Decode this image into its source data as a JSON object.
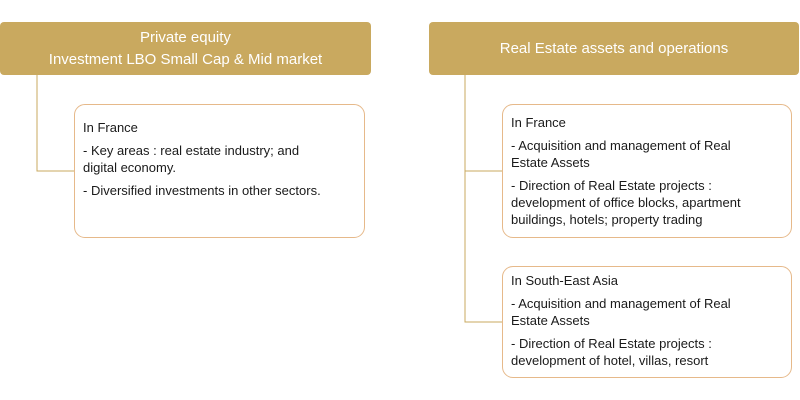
{
  "left_panel": {
    "header_line1": "Private equity",
    "header_line2": "Investment LBO Small Cap & Mid market",
    "box": {
      "title": "In France",
      "item1_line1": "- Key areas : real estate industry; and",
      "item1_line2": "digital economy.",
      "item2_line1": "- Diversified investments in other sectors."
    }
  },
  "right_panel": {
    "header": "Real Estate assets and operations",
    "box_france": {
      "title": "In France",
      "item1_line1": "- Acquisition and management of Real",
      "item1_line2": "Estate Assets",
      "item2_line1": "- Direction of Real Estate projects :",
      "item2_line2": "development of office blocks, apartment",
      "item2_line3": "buildings, hotels; property trading"
    },
    "box_sea": {
      "title": "In South-East Asia",
      "item1_line1": "- Acquisition and management of Real",
      "item1_line2": "Estate Assets",
      "item2_line1": "- Direction of Real Estate projects :",
      "item2_line2": "development of hotel, villas, resort"
    }
  },
  "colors": {
    "header_fill": "#c9a95f",
    "header_text": "#ffffff",
    "box_border": "#e6b98a",
    "connector": "#c9a95f"
  }
}
